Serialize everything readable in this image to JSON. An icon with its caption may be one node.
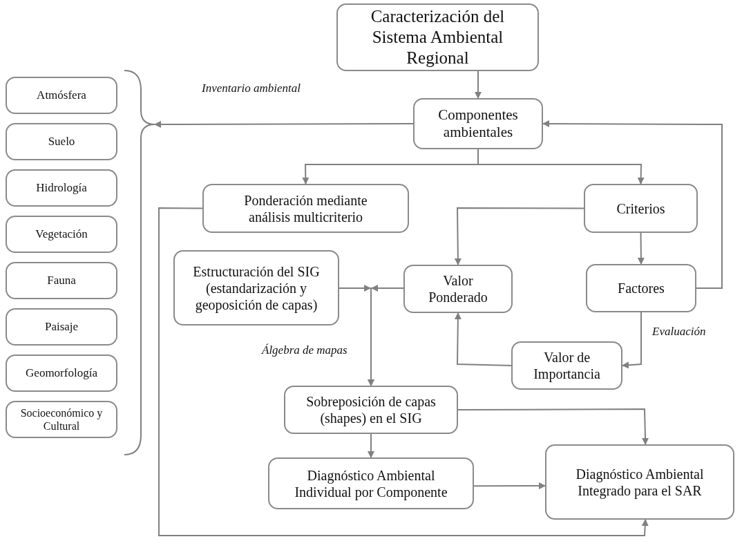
{
  "diagram": {
    "nodes": [
      {
        "text": [
          "Caracterización del Sistema Ambiental Regional"
        ]
      },
      {
        "text": [
          "Componentes ambientales"
        ]
      },
      {
        "text": [
          "Ponderación mediante análisis multicriterio"
        ]
      },
      {
        "text": [
          "Criterios"
        ]
      },
      {
        "text": [
          "Estructuración del SIG (estandarización y geoposición de capas)"
        ]
      },
      {
        "text": [
          "Valor Ponderado"
        ]
      },
      {
        "text": [
          "Factores"
        ]
      },
      {
        "text": [
          "Valor de Importancia"
        ]
      },
      {
        "text": [
          "Sobreposición de capas (shapes) en el SIG"
        ]
      },
      {
        "text": [
          "Diagnóstico Ambiental Individual por Componente"
        ]
      },
      {
        "text": [
          "Diagnóstico Ambiental Integrado para el SAR"
        ]
      },
      {
        "text": [
          "Atmósfera"
        ]
      },
      {
        "text": [
          "Suelo"
        ]
      },
      {
        "text": [
          "Hidrología"
        ]
      },
      {
        "text": [
          "Vegetación"
        ]
      },
      {
        "text": [
          "Fauna"
        ]
      },
      {
        "text": [
          "Paisaje"
        ]
      },
      {
        "text": [
          "Geomorfología"
        ]
      },
      {
        "text": [
          "Socioeconómico y Cultural"
        ]
      },
      {
        "text": [],
        "shape": "brace"
      }
    ],
    "edges": [
      {
        "from": 0,
        "to": 1,
        "arrow": "to"
      },
      {
        "from": 1,
        "to": 19,
        "arrow": "to",
        "label": "Inventario ambiental"
      },
      {
        "from": 1,
        "to": 2,
        "arrow": "to"
      },
      {
        "from": 1,
        "to": 3,
        "arrow": "to"
      },
      {
        "from": 2,
        "to": 10,
        "arrow": "to"
      },
      {
        "from": 3,
        "to": 5,
        "arrow": "to"
      },
      {
        "from": 3,
        "to": 6,
        "arrow": "to"
      },
      {
        "from": 6,
        "to": 1,
        "arrow": "to"
      },
      {
        "from": 6,
        "to": 7,
        "arrow": "to",
        "label": "Evaluación"
      },
      {
        "from": 7,
        "to": 5,
        "arrow": "to"
      },
      {
        "from": 4,
        "to": 8,
        "arrow": "to",
        "label": "Álgebra de mapas"
      },
      {
        "from": 5,
        "to": 8,
        "arrow": "to"
      },
      {
        "from": 8,
        "to": 9,
        "arrow": "to"
      },
      {
        "from": 8,
        "to": 10,
        "arrow": "to"
      },
      {
        "from": 9,
        "to": 10,
        "arrow": "to"
      }
    ]
  }
}
